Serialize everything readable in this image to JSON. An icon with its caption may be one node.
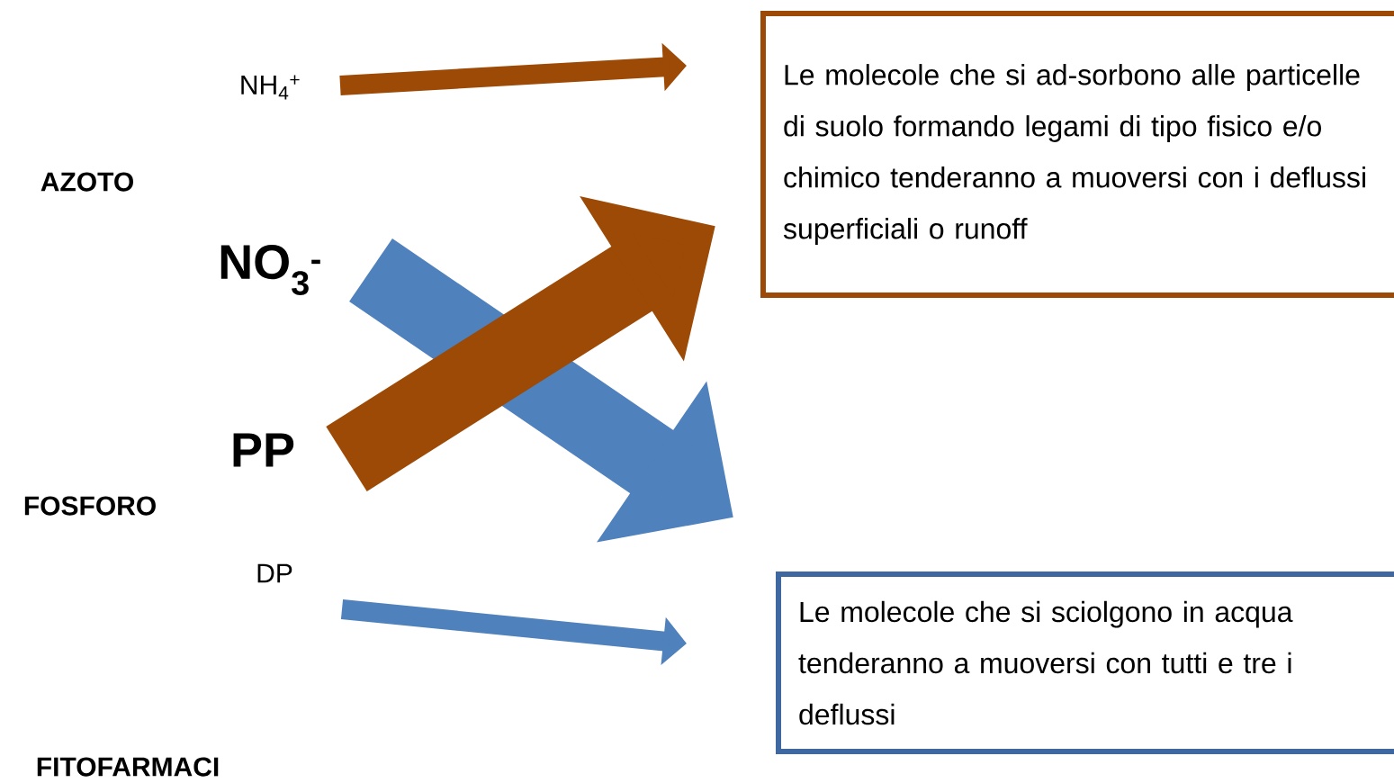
{
  "diagram": {
    "nodes": [
      {
        "text": [
          "NH$_{4}$$^{+}$"
        ]
      },
      {
        "text": [
          "NO$_{3}$$^{-}$"
        ]
      },
      {
        "text": [
          "PP"
        ]
      },
      {
        "text": [
          "DP"
        ]
      },
      {
        "text": [
          "Le molecole che si ad-sorbono alle particelle di suolo formando legami di tipo fisico e/o chimico tenderanno a muoversi con i deflussi superficiali o runoff"
        ]
      },
      {
        "text": [
          "Le molecole che si sciolgono in acqua tenderanno a muoversi con tutti e tre i deflussi"
        ]
      }
    ],
    "edges": [
      {
        "from": 0,
        "to": 4,
        "arrow": "to",
        "color": "#9c4a06"
      },
      {
        "from": 1,
        "to": 5,
        "arrow": "to",
        "style": "thick",
        "color": "#4f81bd"
      },
      {
        "from": 2,
        "to": 4,
        "arrow": "to",
        "style": "thick",
        "color": "#9c4a06"
      },
      {
        "from": 3,
        "to": 5,
        "arrow": "to",
        "color": "#4f81bd"
      }
    ],
    "labels": [
      "AZOTO",
      "FOSFORO",
      "FITOFARMACI"
    ]
  }
}
